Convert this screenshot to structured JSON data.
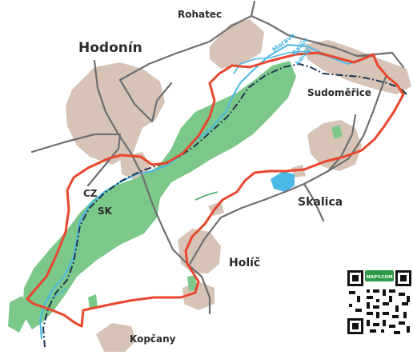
{
  "labels": {
    "rohatec": "Rohatec",
    "hodonin": "Hodonín",
    "sudomerice": "Sudoměřice",
    "skalica": "Skalica",
    "holic": "Holíč",
    "kopcany": "Kopčany",
    "cz": "CZ",
    "sk": "SK",
    "morava": "Morava",
    "batuv_kanal_1": "Baťův",
    "batuv_kanal_2": "kanál"
  },
  "qr": {
    "brand": "MAPY.COM"
  },
  "colors": {
    "urban": "#d7c4b6",
    "forest": "#7cc88a",
    "water": "#4bb9e6",
    "road": "#6f6f6f",
    "route": "#e8472d",
    "border": "#1f3550",
    "qr_green": "#2e9a48"
  }
}
